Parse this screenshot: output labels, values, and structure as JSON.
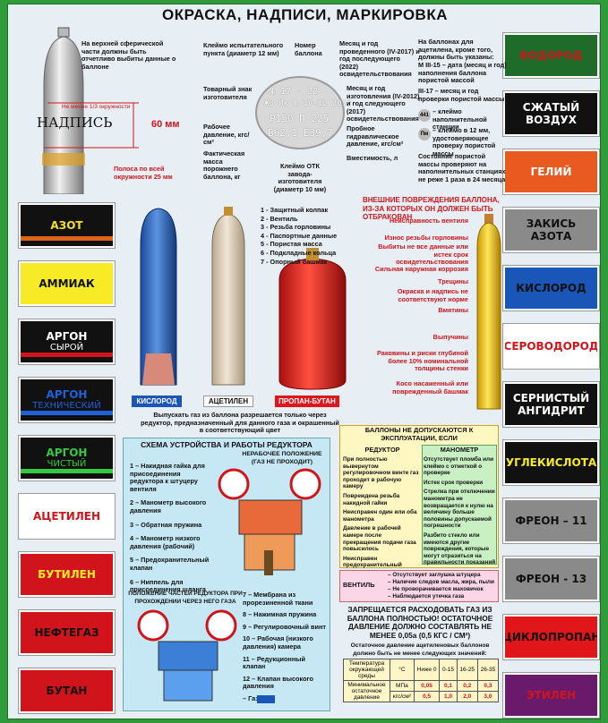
{
  "title": "ОКРАСКА, НАДПИСИ, МАРКИРОВКА",
  "left_tiles": [
    {
      "label": "АЗОТ",
      "sub": ""
    },
    {
      "label": "АММИАК",
      "sub": ""
    },
    {
      "label": "АРГОН",
      "sub": "СЫРОЙ"
    },
    {
      "label": "АРГОН",
      "sub": "ТЕХНИЧЕСКИЙ"
    },
    {
      "label": "АРГОН",
      "sub": "ЧИСТЫЙ"
    },
    {
      "label": "АЦЕТИЛЕН",
      "sub": ""
    },
    {
      "label": "БУТИЛЕН",
      "sub": ""
    },
    {
      "label": "НЕФТЕГАЗ",
      "sub": ""
    },
    {
      "label": "БУТАН",
      "sub": ""
    }
  ],
  "right_tiles": [
    {
      "label": "ВОДОРОД",
      "sub": ""
    },
    {
      "label": "СЖАТЫЙ",
      "sub": "ВОЗДУХ"
    },
    {
      "label": "ГЕЛИЙ",
      "sub": ""
    },
    {
      "label": "ЗАКИСЬ",
      "sub": "АЗОТА"
    },
    {
      "label": "КИСЛОРОД",
      "sub": ""
    },
    {
      "label": "СЕРОВОДОРОД",
      "sub": ""
    },
    {
      "label": "СЕРНИСТЫЙ",
      "sub": "АНГИДРИТ"
    },
    {
      "label": "УГЛЕКИСЛОТА",
      "sub": ""
    },
    {
      "label": "ФРЕОН – 11",
      "sub": ""
    },
    {
      "label": "ФРЕОН - 13",
      "sub": ""
    },
    {
      "label": "ЦИКЛОПРОПАН",
      "sub": ""
    },
    {
      "label": "ЭТИЛЕН",
      "sub": ""
    }
  ],
  "cylinder_top": {
    "note": "На верхней сферической части должны быть отчетливо выбиты данные о баллоне",
    "inscription": "НАДПИСЬ",
    "dim_label": "Не менее 1/3 окружности",
    "height": "60 мм",
    "stripe_note": "Полоса по всей окружности 25 мм"
  },
  "stamp": {
    "labels": [
      "Клеймо испытательного пункта (диаметр 12 мм)",
      "Номер баллона",
      "Месяц и год проведенного (IV-2017) и год последующего (2022) освидетельствования",
      "Товарный знак изготовителя",
      "Месяц и год изготовления (IV-2012) и год следующего (2017) освидетельствования",
      "Рабочее давление, кгс/см²",
      "Пробное гидравлическое давление, кгс/см²",
      "Фактическая масса порожнего баллона, кг",
      "Клеймо ОТК завода-изготовителя (диаметр 10 мм)",
      "Вместимость, л"
    ],
    "line1": "№ 17 - 22",
    "line2": "ЖЗ Ик № IV-12 2017",
    "line3": "Р150 П 225",
    "line4": "В62,1 Е39,7"
  },
  "acetylene_note": {
    "intro": "На баллонах для ацетилена, кроме того, должны быть указаны:",
    "p1": "М III-15 – дата (месяц и год) наполнения баллона пористой массой",
    "p2": "III-17 – месяц и год проверки пористой массы",
    "p3": "– клеймо наполнительной станции",
    "p4": "– клеймо в 12 мм, удостоверяющее проверку пористой массы",
    "p5": "Состояние пористой массы проверяют на наполнительных станциях не реже 1 раза в 24 месяца",
    "badge1": "441",
    "badge2": "Пм"
  },
  "parts": [
    "1 - Защитный колпак",
    "2 - Вентиль",
    "3 - Резьба горловины",
    "4 - Паспортные данные",
    "5 - Пористая масса",
    "6 - Подкладные кольца",
    "7 - Опорный башмак"
  ],
  "cylinders": {
    "oxygen": "КИСЛОРОД",
    "acetylene": "АЦЕТИЛЕН",
    "propane": "ПРОПАН-БУТАН",
    "caption": "Выпускать газ из баллона разрешается только через редуктор, предназначенный для данного газа и окрашенный в соответствующий цвет"
  },
  "damage": {
    "title": "ВНЕШНИЕ ПОВРЕЖДЕНИЯ БАЛЛОНА, ИЗ-ЗА КОТОРЫХ ОН ДОЛЖЕН БЫТЬ ОТБРАКОВАН",
    "items": [
      "Неисправность вентиля",
      "Износ резьбы горловины",
      "Выбиты не все данные или истек срок освидетельствования",
      "Сильная наружная коррозия",
      "Трещины",
      "Окраска и надпись не соответствуют норме",
      "Вмятины",
      "Выпучины",
      "Раковины и риски глубиной более 10% номинальной толщины стенки",
      "Косо насаженный или поврежденный башмак"
    ]
  },
  "reducer": {
    "title": "СХЕМА УСТРОЙСТВА И РАБОТЫ РЕДУКТОРА",
    "state1": "НЕРАБОЧЕЕ ПОЛОЖЕНИЕ (ГАЗ НЕ ПРОХОДИТ)",
    "state2": "ПОЛОЖЕНИЕ ЧАСТЕЙ РЕДУКТОРА ПРИ ПРОХОЖДЕНИИ ЧЕРЕЗ НЕГО ГАЗА",
    "parts_a": [
      "1 – Накидная гайка для присоединения редуктора к штуцеру вентиля",
      "2 – Манометр высокого давления",
      "3 – Обратная пружина",
      "4 – Манометр низкого давления (рабочий)",
      "5 – Предохранительный клапан",
      "6 – Ниппель для присоединения шланга"
    ],
    "parts_b": [
      "7 – Мембрана из прорезиненной ткани",
      "8 – Нажимная пружина",
      "9 – Регулировочный винт",
      "10 – Рабочая (низкого давления) камера",
      "11 – Редукционный клапан",
      "12 – Клапан высокого давления",
      "– Газ"
    ]
  },
  "not_allowed": {
    "title": "БАЛЛОНЫ НЕ ДОПУСКАЮТСЯ К ЭКСПЛУАТАЦИИ, ЕСЛИ",
    "col1_title": "РЕДУКТОР",
    "col1": [
      "При полностью вывернутом регулировочном винте газ проходит в рабочую камеру",
      "Повреждена резьба накидной гайки",
      "Неисправен один или оба манометра",
      "Давление в рабочей камере после прекращения подачи газа повысилось",
      "Неисправен предохранительный клапан"
    ],
    "col2_title": "МАНОМЕТР",
    "col2": [
      "Отсутствует пломба или клеймо с отметкой о проверке",
      "Истек срок проверки",
      "Стрелка при отключении манометра не возвращается к нулю на величину больше половины допускаемой погрешности",
      "Разбито стекло или имеются другие повреждения, которые могут отразиться на правильности показаний"
    ],
    "valve_title": "ВЕНТИЛЬ",
    "valve": [
      "– Отсутствует заглушка штуцера",
      "– Наличие следов масла, жира, пыли",
      "– Не проворачивается маховичок",
      "– Наблюдается утечка газа"
    ]
  },
  "residual": {
    "title": "ЗАПРЕЩАЕТСЯ РАСХОДОВАТЬ ГАЗ ИЗ БАЛЛОНА ПОЛНОСТЬЮ! ОСТАТОЧНОЕ ДАВЛЕНИЕ ДОЛЖНО СОСТАВЛЯТЬ НЕ МЕНЕЕ 0,05а (0,5 КГС / СМ²)",
    "note": "Остаточное давление ацетиленовых баллонов должно быть не менее следующих значений:",
    "h1": "Температура окружающей среды",
    "h_unit": "°С",
    "temps": [
      "Ниже 0",
      "0-15",
      "16-25",
      "26-35"
    ],
    "r2": "Минимальное остаточное давление",
    "u_mpa": "МПа",
    "u_kgs": "кгс/см²",
    "mpa": [
      "0,05",
      "0,1",
      "0,2",
      "0,3"
    ],
    "kgs": [
      "0,5",
      "1,0",
      "2,0",
      "3,0"
    ]
  }
}
